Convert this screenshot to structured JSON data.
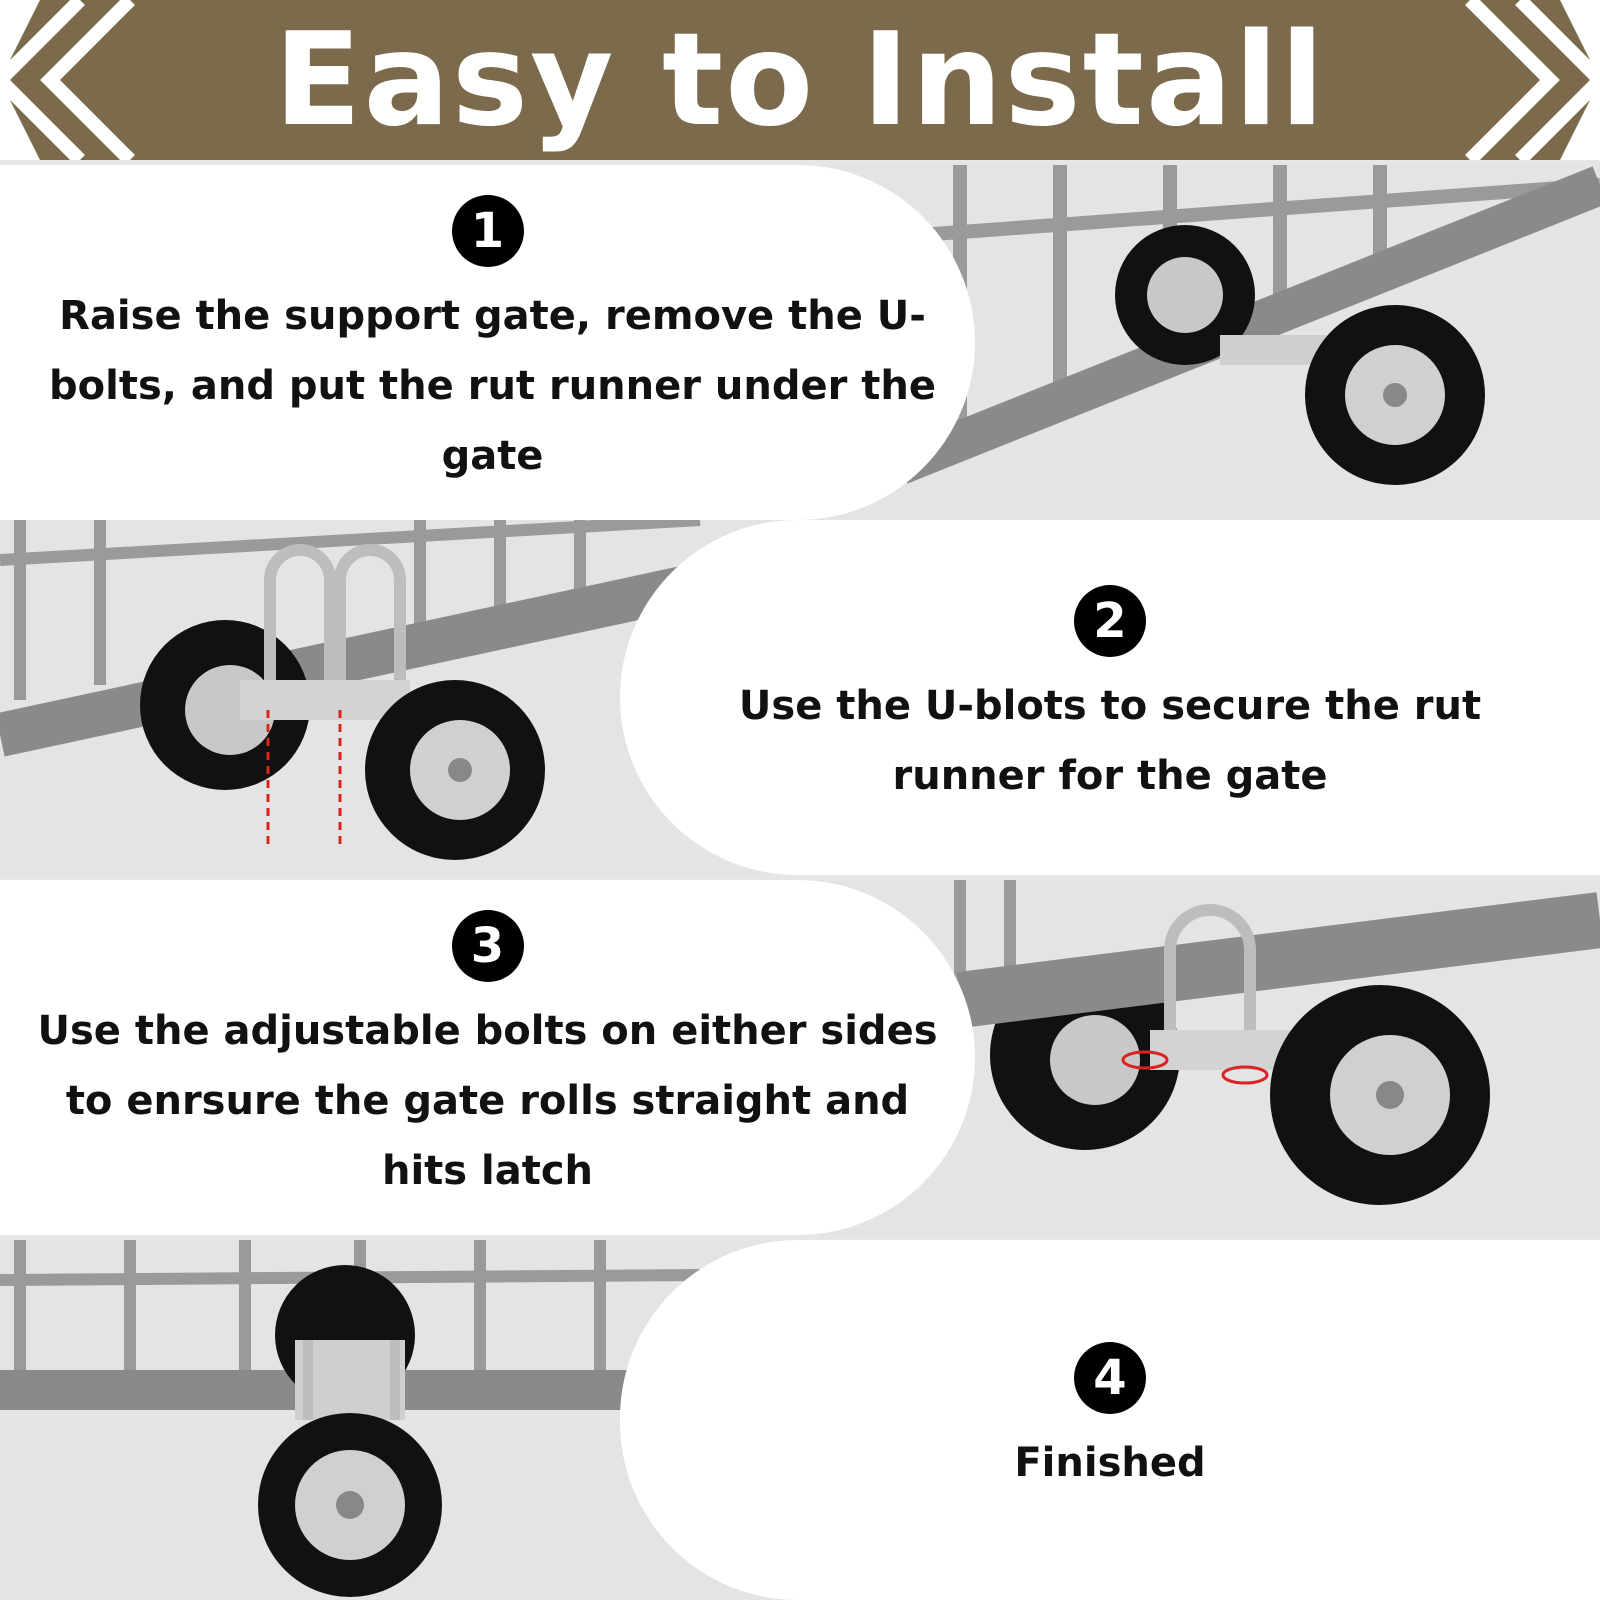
{
  "banner": {
    "title": "Easy to Install",
    "color": "#7b6a4c"
  },
  "steps": [
    {
      "number": "1",
      "text": "Raise the support gate, remove the U-bolts, and put the rut runner under the gate"
    },
    {
      "number": "2",
      "text": "Use the U-blots to secure the rut runner for the gate"
    },
    {
      "number": "3",
      "text": "Use the adjustable bolts on either sides to enrsure the gate rolls straight and hits latch"
    },
    {
      "number": "4",
      "text": "Finished"
    }
  ]
}
